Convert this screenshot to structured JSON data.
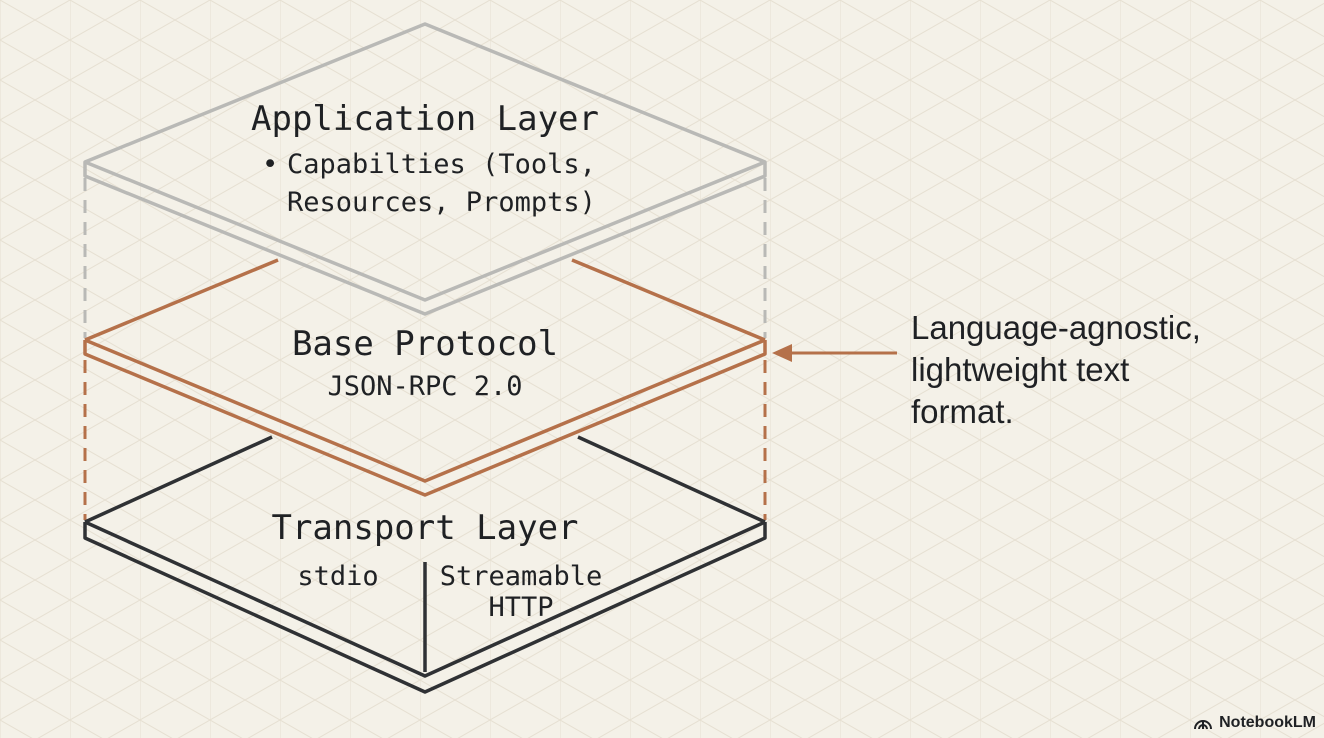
{
  "colors": {
    "background": "#f4f1e8",
    "grid": "#e3ddcf",
    "application": "#b9b9b6",
    "base": "#b5714a",
    "transport": "#2f3134",
    "text": "#1f2124"
  },
  "layers": {
    "application": {
      "title": "Application Layer",
      "bullet": "•",
      "line1": "Capabilties (Tools,",
      "line2": "Resources, Prompts)"
    },
    "base": {
      "title": "Base Protocol",
      "subtitle": "JSON-RPC 2.0"
    },
    "transport": {
      "title": "Transport Layer",
      "left": "stdio",
      "right_line1": "Streamable",
      "right_line2": "HTTP"
    }
  },
  "annotation": {
    "line1": "Language-agnostic,",
    "line2": "lightweight text",
    "line3": "format."
  },
  "brand": {
    "icon": "notebooklm-logo-icon",
    "label": "NotebookLM"
  }
}
